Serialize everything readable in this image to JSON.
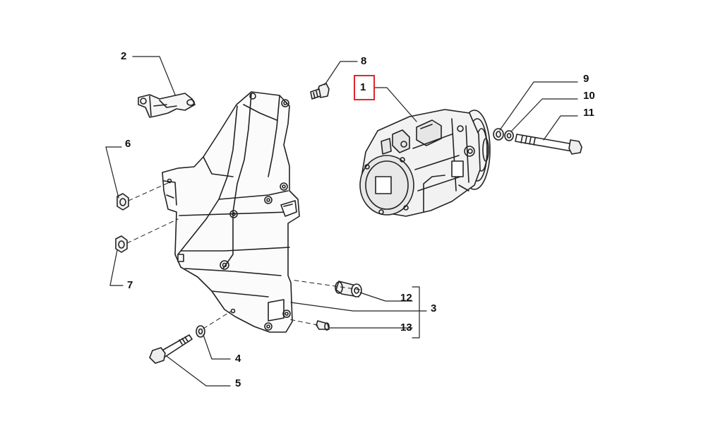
{
  "diagram": {
    "labels": {
      "p1": "1",
      "p2": "2",
      "p3": "3",
      "p4": "4",
      "p5": "5",
      "p6": "6",
      "p7": "7",
      "p8": "8",
      "p9": "9",
      "p10": "10",
      "p11": "11",
      "p12": "12",
      "p13": "13"
    },
    "highlighted_part": "1",
    "highlight_color": "#e0262b"
  }
}
